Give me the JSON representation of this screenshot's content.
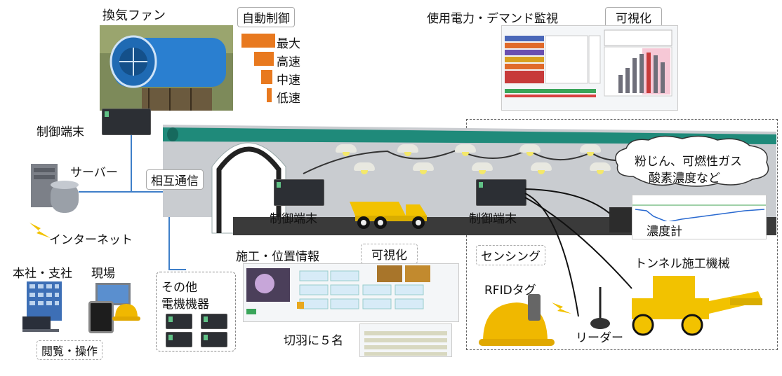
{
  "fan": {
    "label": "換気ファン"
  },
  "auto_control": {
    "title": "自動制御",
    "levels": [
      "最大",
      "高速",
      "中速",
      "低速"
    ],
    "color": "#e8791f"
  },
  "power": {
    "title": "使用電力・デマンド監視",
    "badge": "可視化"
  },
  "terminal_label": "制御端末",
  "server_label": "サーバー",
  "mutual_comm_label": "相互通信",
  "internet_label": "インターネット",
  "office": {
    "hq_label": "本社・支社",
    "site_label": "現場",
    "browse_label": "閲覧・操作"
  },
  "gas": {
    "bubble_line1": "粉じん、可燃性ガス",
    "bubble_line2": "酸素濃度など",
    "meter_label": "濃度計"
  },
  "position_info": {
    "title": "施工・位置情報",
    "badge": "可視化",
    "face_count_label": "切羽に５名"
  },
  "other_equipment": {
    "line1": "その他",
    "line2": "電機機器"
  },
  "sensing_label": "センシング",
  "rfid_label": "RFIDタグ",
  "reader_label": "リーダー",
  "machine_label": "トンネル施工機械",
  "colors": {
    "tunnel_pipe": "#1f8a7a",
    "network_line": "#3f7fc9",
    "helmet": "#f0b800",
    "truck": "#f2c200"
  }
}
